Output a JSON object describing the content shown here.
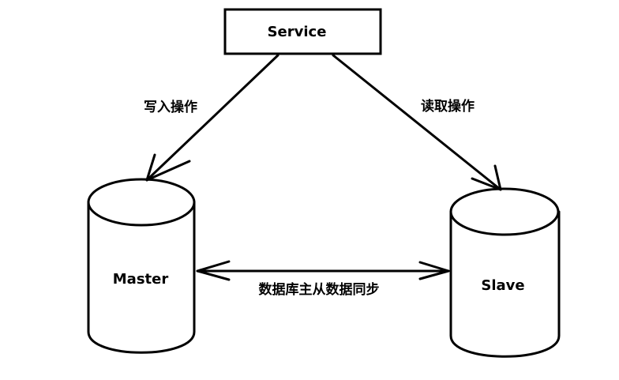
{
  "nodes": {
    "service": {
      "label": "Service"
    },
    "master": {
      "label": "Master"
    },
    "slave": {
      "label": "Slave"
    }
  },
  "edges": {
    "write": {
      "label": "写入操作"
    },
    "read": {
      "label": "读取操作"
    },
    "sync": {
      "label": "数据库主从数据同步"
    }
  },
  "colors": {
    "stroke": "#000000",
    "background": "#ffffff"
  }
}
